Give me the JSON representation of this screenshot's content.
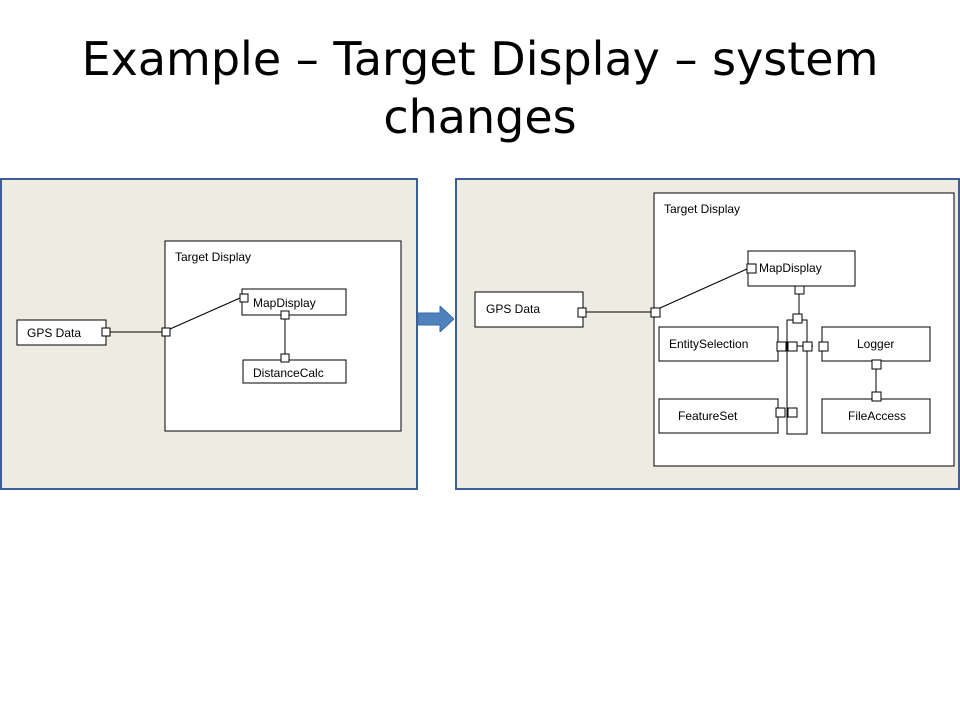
{
  "slide": {
    "title": "Example – Target Display – system changes"
  },
  "before": {
    "container_label": "Target Display",
    "gps_label": "GPS Data",
    "map_label": "MapDisplay",
    "calc_label": "DistanceCalc"
  },
  "after": {
    "container_label": "Target Display",
    "gps_label": "GPS Data",
    "map_label": "MapDisplay",
    "entity_label": "EntitySelection",
    "logger_label": "Logger",
    "feature_label": "FeatureSet",
    "file_label": "FileAccess"
  },
  "colors": {
    "panel_fill": "#eeebe2",
    "panel_border": "#3b5f96",
    "arrow_fill": "#4f81bd"
  }
}
